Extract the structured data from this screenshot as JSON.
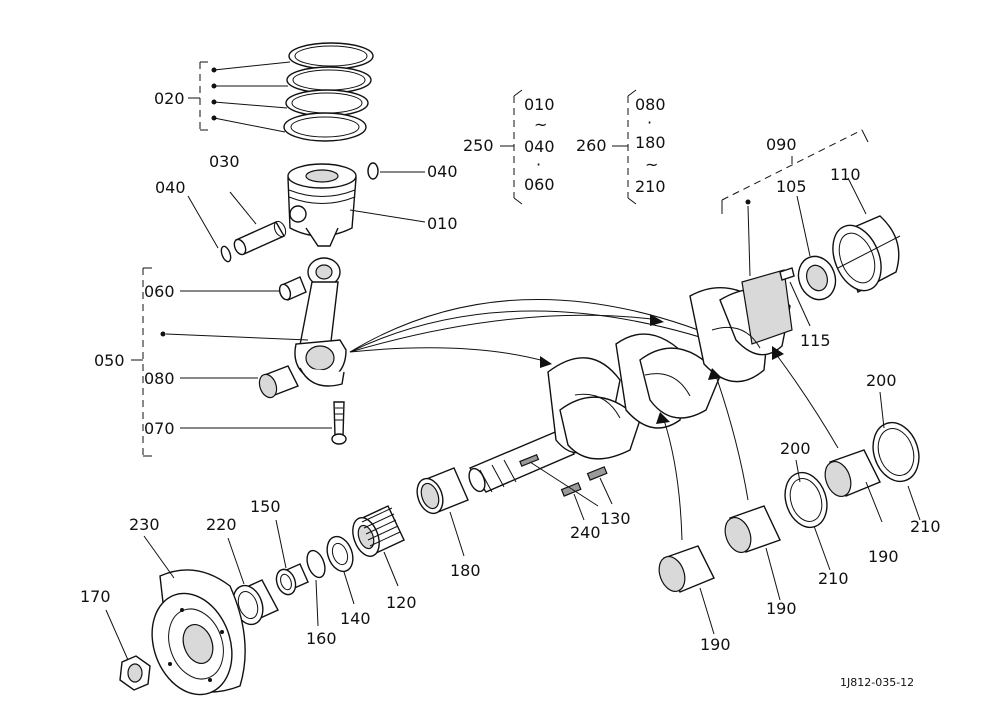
{
  "drawing_code": "1J812-035-12",
  "callouts": [
    {
      "id": "c-020",
      "text": "020"
    },
    {
      "id": "c-030",
      "text": "030"
    },
    {
      "id": "c-040a",
      "text": "040"
    },
    {
      "id": "c-040b",
      "text": "040"
    },
    {
      "id": "c-010",
      "text": "010"
    },
    {
      "id": "c-060",
      "text": "060"
    },
    {
      "id": "c-050",
      "text": "050"
    },
    {
      "id": "c-080",
      "text": "080"
    },
    {
      "id": "c-070",
      "text": "070"
    },
    {
      "id": "c-090",
      "text": "090"
    },
    {
      "id": "c-105",
      "text": "105"
    },
    {
      "id": "c-110",
      "text": "110"
    },
    {
      "id": "c-115",
      "text": "115"
    },
    {
      "id": "c-200a",
      "text": "200"
    },
    {
      "id": "c-200b",
      "text": "200"
    },
    {
      "id": "c-210a",
      "text": "210"
    },
    {
      "id": "c-210b",
      "text": "210"
    },
    {
      "id": "c-190a",
      "text": "190"
    },
    {
      "id": "c-190b",
      "text": "190"
    },
    {
      "id": "c-190c",
      "text": "190"
    },
    {
      "id": "c-130",
      "text": "130"
    },
    {
      "id": "c-240",
      "text": "240"
    },
    {
      "id": "c-180",
      "text": "180"
    },
    {
      "id": "c-120",
      "text": "120"
    },
    {
      "id": "c-140",
      "text": "140"
    },
    {
      "id": "c-160",
      "text": "160"
    },
    {
      "id": "c-150",
      "text": "150"
    },
    {
      "id": "c-220",
      "text": "220"
    },
    {
      "id": "c-230",
      "text": "230"
    },
    {
      "id": "c-170",
      "text": "170"
    }
  ],
  "groups": {
    "g250": {
      "label": "250",
      "from": "010",
      "tilde": "~",
      "to": "040",
      "dot": "·",
      "extra": "060"
    },
    "g260": {
      "label": "260",
      "from": "080",
      "dot": "·",
      "mid": "180",
      "tilde": "~",
      "to": "210"
    }
  }
}
